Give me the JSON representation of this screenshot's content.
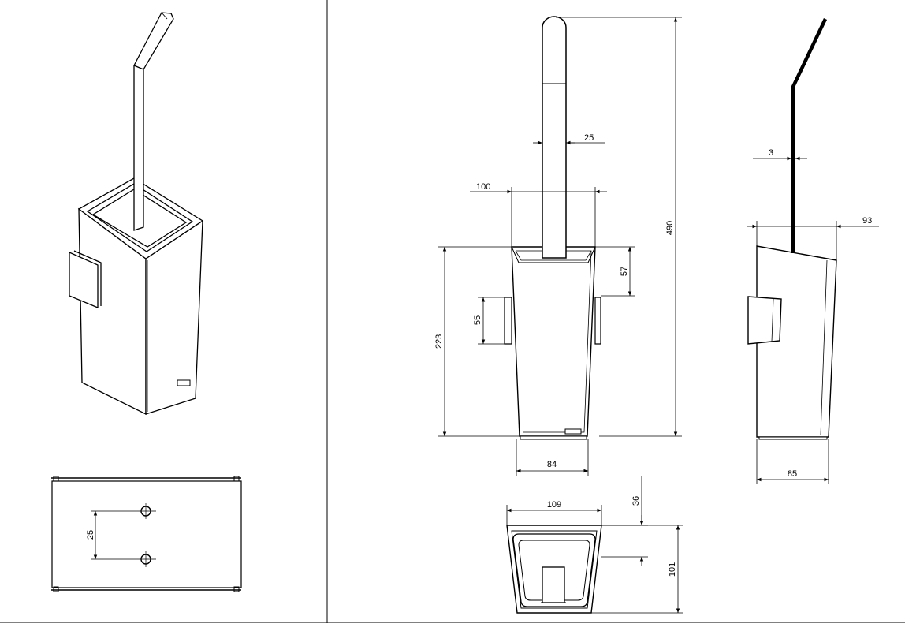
{
  "dimensions": {
    "handle_width": "25",
    "top_width": "100",
    "total_height": "490",
    "body_height": "223",
    "top_taper": "57",
    "mount_height": "55",
    "bottom_width": "84",
    "plan_width": "109",
    "plan_offset": "36",
    "plan_depth": "101",
    "handle_thickness": "3",
    "side_top_depth": "93",
    "side_bottom_depth": "85",
    "hole_spacing": "25"
  }
}
